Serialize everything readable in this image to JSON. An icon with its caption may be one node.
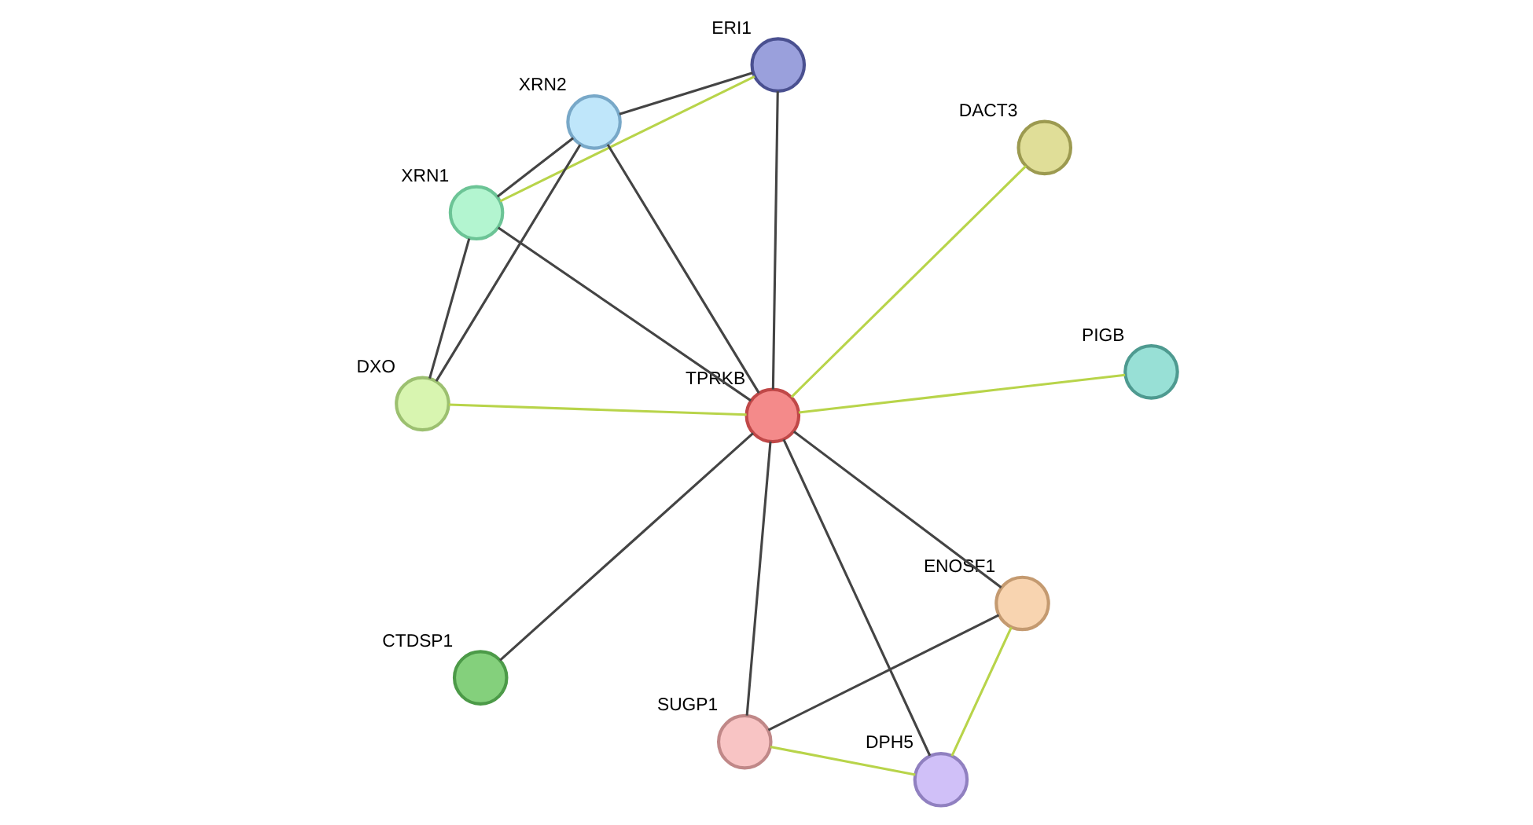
{
  "diagram": {
    "nodes": [
      {
        "text": [
          "XRN1"
        ]
      },
      {
        "text": [
          "ERI1"
        ]
      },
      {
        "text": [
          "DXO"
        ]
      },
      {
        "text": [
          "XRN2"
        ]
      },
      {
        "text": [
          "DACT3"
        ]
      },
      {
        "text": [
          "TPRKB"
        ]
      },
      {
        "text": [
          "CTDSP1"
        ]
      },
      {
        "text": [
          "PIGB"
        ]
      },
      {
        "text": [
          "SUGP1"
        ]
      },
      {
        "text": [
          "DPH5"
        ]
      },
      {
        "text": [
          "ENOSF1"
        ]
      }
    ],
    "edges": [
      {
        "from": 0,
        "to": 1,
        "arrow": "none",
        "color": "#b8d44a"
      },
      {
        "from": 0,
        "to": 2,
        "arrow": "none"
      },
      {
        "from": 0,
        "to": 3,
        "arrow": "none"
      },
      {
        "from": 0,
        "to": 5,
        "arrow": "none"
      },
      {
        "from": 1,
        "to": 3,
        "arrow": "none"
      },
      {
        "from": 1,
        "to": 5,
        "arrow": "none"
      },
      {
        "from": 2,
        "to": 3,
        "arrow": "none"
      },
      {
        "from": 2,
        "to": 5,
        "arrow": "none",
        "color": "#b8d44a"
      },
      {
        "from": 3,
        "to": 5,
        "arrow": "none"
      },
      {
        "from": 4,
        "to": 5,
        "arrow": "none",
        "color": "#b8d44a"
      },
      {
        "from": 5,
        "to": 6,
        "arrow": "none"
      },
      {
        "from": 5,
        "to": 7,
        "arrow": "none",
        "color": "#b8d44a"
      },
      {
        "from": 5,
        "to": 8,
        "arrow": "none"
      },
      {
        "from": 5,
        "to": 9,
        "arrow": "none"
      },
      {
        "from": 5,
        "to": 10,
        "arrow": "none"
      },
      {
        "from": 8,
        "to": 9,
        "arrow": "none",
        "color": "#b8d44a"
      },
      {
        "from": 8,
        "to": 10,
        "arrow": "none"
      },
      {
        "from": 9,
        "to": 10,
        "arrow": "none",
        "color": "#b8d44a"
      }
    ]
  }
}
